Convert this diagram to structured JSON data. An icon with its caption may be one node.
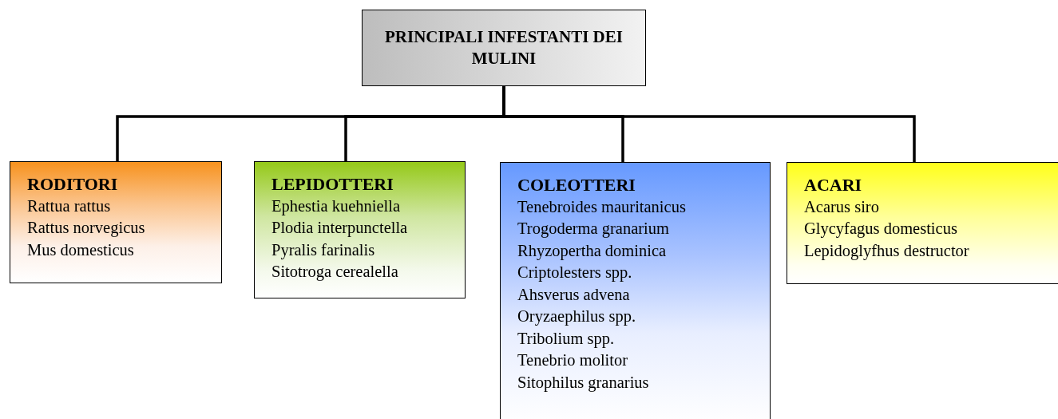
{
  "diagram": {
    "nodes": [
      {
        "text": [
          "PRINCIPALI INFESTANTI DEI MULINI"
        ]
      },
      {
        "text": [
          "RODITORI",
          "Rattua rattus",
          "Rattus norvegicus",
          "Mus domesticus"
        ]
      },
      {
        "text": [
          "LEPIDOTTERI",
          "Ephestia kuehniella",
          "Plodia interpunctella",
          "Pyralis farinalis",
          "Sitotroga cerealella"
        ]
      },
      {
        "text": [
          "COLEOTTERI",
          "Tenebroides mauritanicus",
          "Trogoderma granarium",
          "Rhyzopertha dominica",
          "Criptolesters spp.",
          "Ahsverus advena",
          "Oryzaephilus spp.",
          "Tribolium spp.",
          "Tenebrio molitor",
          "Sitophilus granarius"
        ]
      },
      {
        "text": [
          "ACARI",
          "Acarus siro",
          "Glycyfagus domesticus",
          "Lepidoglyfhus destructor"
        ]
      }
    ],
    "edges": [
      {
        "from": 0,
        "to": 1,
        "arrow": "none"
      },
      {
        "from": 0,
        "to": 2,
        "arrow": "none"
      },
      {
        "from": 0,
        "to": 3,
        "arrow": "none"
      },
      {
        "from": 0,
        "to": 4,
        "arrow": "none"
      }
    ]
  }
}
